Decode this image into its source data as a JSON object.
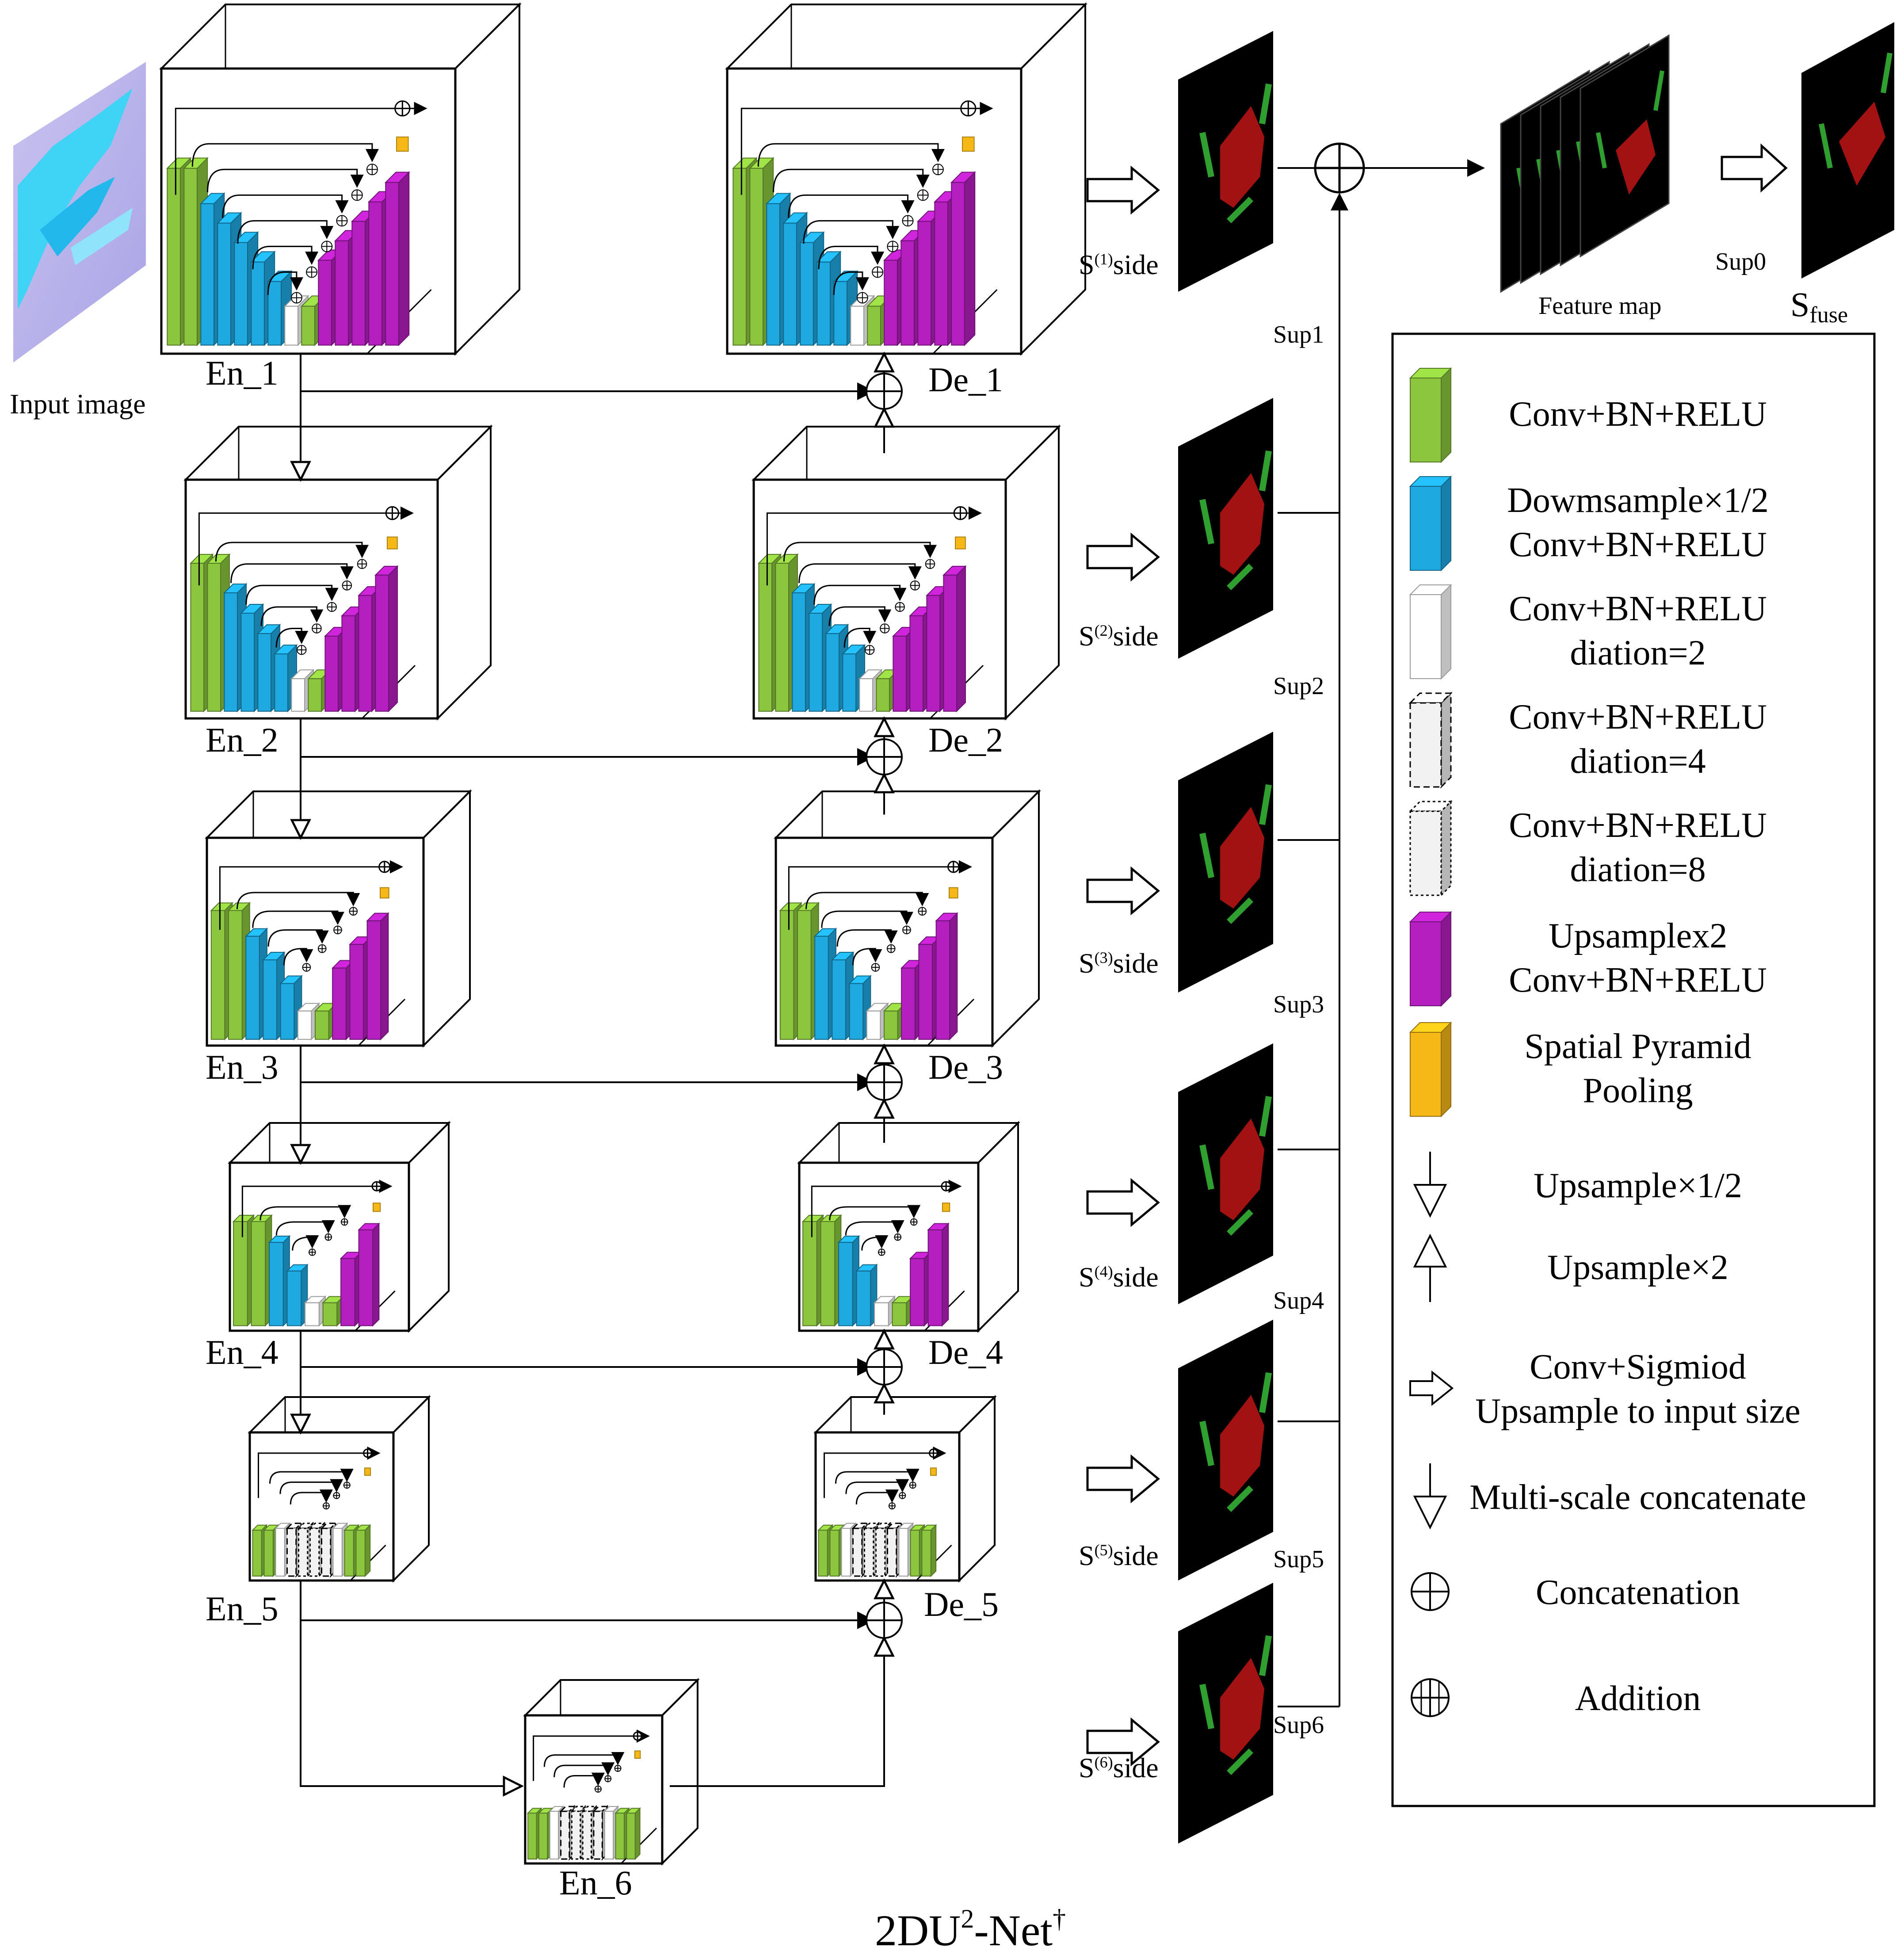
{
  "input_label": "Input image",
  "encoders": [
    "En_1",
    "En_2",
    "En_3",
    "En_4",
    "En_5",
    "En_6"
  ],
  "decoders": [
    "De_1",
    "De_2",
    "De_3",
    "De_4",
    "De_5"
  ],
  "side_outputs": [
    {
      "pre": "S",
      "sup": "(1)",
      "post": "side"
    },
    {
      "pre": "S",
      "sup": "(2)",
      "post": "side"
    },
    {
      "pre": "S",
      "sup": "(3)",
      "post": "side"
    },
    {
      "pre": "S",
      "sup": "(4)",
      "post": "side"
    },
    {
      "pre": "S",
      "sup": "(5)",
      "post": "side"
    },
    {
      "pre": "S",
      "sup": "(6)",
      "post": "side"
    }
  ],
  "supervision": [
    "Sup1",
    "Sup2",
    "Sup3",
    "Sup4",
    "Sup5",
    "Sup6"
  ],
  "sup0": "Sup0",
  "feature_map": "Feature map",
  "fuse": {
    "main": "S",
    "sub": "fuse"
  },
  "legend": [
    {
      "icon": "green-block",
      "color": "#8cc63f",
      "lines": [
        "Conv+BN+RELU"
      ]
    },
    {
      "icon": "blue-block",
      "color": "#1fa9e1",
      "lines": [
        "Dowmsample×1/2",
        "Conv+BN+RELU"
      ]
    },
    {
      "icon": "white-block",
      "color": "#ffffff",
      "lines": [
        "Conv+BN+RELU",
        "diation=2"
      ]
    },
    {
      "icon": "dashed-block",
      "color": "#f2f2f2",
      "lines": [
        "Conv+BN+RELU",
        "diation=4"
      ]
    },
    {
      "icon": "dotted-block",
      "color": "#f2f2f2",
      "lines": [
        "Conv+BN+RELU",
        "diation=8"
      ]
    },
    {
      "icon": "magenta-block",
      "color": "#b51fc0",
      "lines": [
        "Upsamplex2",
        "Conv+BN+RELU"
      ]
    },
    {
      "icon": "yellow-block",
      "color": "#f6b817",
      "lines": [
        "Spatial Pyramid",
        "Pooling"
      ]
    },
    {
      "icon": "down-arrow-icon",
      "lines": [
        "Upsample×1/2"
      ]
    },
    {
      "icon": "up-arrow-icon",
      "lines": [
        "Upsample×2"
      ]
    },
    {
      "icon": "hollow-right-arrow-icon",
      "lines": [
        "Conv+Sigmiod",
        "Upsample to input size"
      ]
    },
    {
      "icon": "down-arrow-icon",
      "lines": [
        "Multi-scale concatenate"
      ]
    },
    {
      "icon": "concatenation-icon",
      "lines": [
        "Concatenation"
      ]
    },
    {
      "icon": "addition-icon",
      "lines": [
        "Addition"
      ]
    }
  ],
  "title": {
    "main": "2DU",
    "sup": "2",
    "rest": "-Net",
    "dagger": "†"
  }
}
